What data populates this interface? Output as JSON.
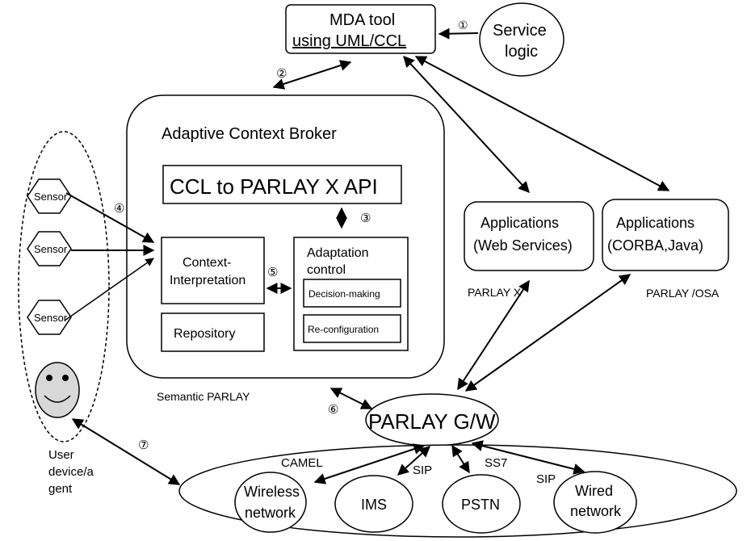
{
  "mda": {
    "line1": "MDA tool",
    "line2": "using UML/CCL"
  },
  "service_logic": {
    "line1": "Service",
    "line2": "logic"
  },
  "broker": {
    "title": "Adaptive Context Broker",
    "api": "CCL to PARLAY X API",
    "interp_line1": "Context-",
    "interp_line2": "Interpretation",
    "repository": "Repository",
    "adapt_line1": "Adaptation",
    "adapt_line2": "control",
    "decision": "Decision-making",
    "reconfig": "Re-configuration"
  },
  "apps_ws": {
    "line1": "Applications",
    "line2": "(Web Services)"
  },
  "apps_corba": {
    "line1": "Applications",
    "line2": "(CORBA,Java)"
  },
  "labels": {
    "parlay_x": "PARLAY X",
    "parlay_osa": "PARLAY /OSA",
    "semantic": "Semantic PARLAY",
    "camel": "CAMEL",
    "sip_left": "SIP",
    "ss7": "SS7",
    "sip_right": "SIP"
  },
  "gateway": "PARLAY G/W",
  "sensor": "Sensor",
  "user": {
    "line1": "User",
    "line2": "device/a",
    "line3": "gent"
  },
  "networks": {
    "wireless_line1": "Wireless",
    "wireless_line2": "network",
    "ims": "IMS",
    "pstn": "PSTN",
    "wired_line1": "Wired",
    "wired_line2": "network"
  },
  "steps": {
    "s1": "①",
    "s2": "②",
    "s3": "③",
    "s4": "④",
    "s5": "⑤",
    "s6": "⑥",
    "s7": "⑦"
  }
}
